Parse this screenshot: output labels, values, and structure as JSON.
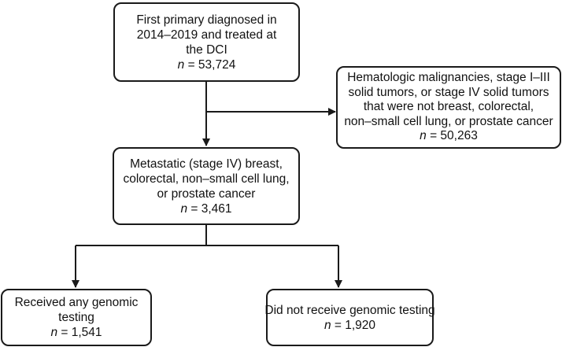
{
  "boxes": {
    "screened": {
      "lines": [
        "First primary diagnosed in",
        "2014–2019 and treated at",
        "the DCI"
      ],
      "n_label": "n",
      "n_value": "= 53,724"
    },
    "excluded": {
      "lines": [
        "Hematologic malignancies, stage I–III",
        "solid tumors, or stage IV solid tumors",
        "that were not breast, colorectal,",
        "non–small cell lung, or prostate cancer"
      ],
      "n_label": "n",
      "n_value": "= 50,263"
    },
    "metastatic": {
      "lines": [
        "Metastatic (stage IV) breast,",
        "colorectal, non–small cell lung,",
        "or prostate cancer"
      ],
      "n_label": "n",
      "n_value": "= 3,461"
    },
    "tested": {
      "lines": [
        "Received any genomic",
        "testing"
      ],
      "n_label": "n",
      "n_value": "= 1,541"
    },
    "not_tested": {
      "lines": [
        "Did not receive genomic testing"
      ],
      "n_label": "n",
      "n_value": "= 1,920"
    }
  },
  "colors": {
    "stroke": "#1a1a1a",
    "background": "#ffffff"
  }
}
